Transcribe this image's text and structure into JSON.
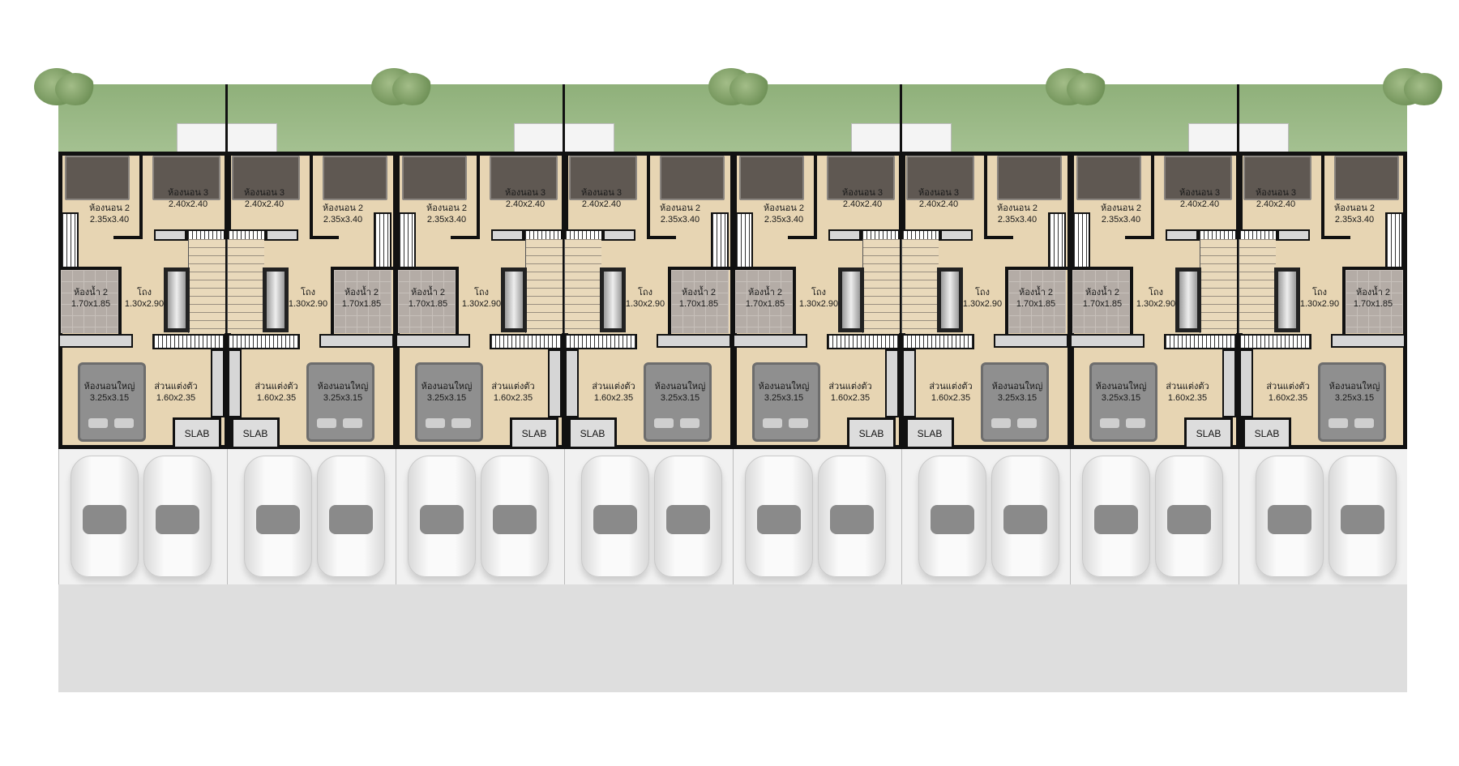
{
  "plan": {
    "unit_count": 8,
    "rooms": {
      "bedroom2": {
        "name": "ห้องนอน 2",
        "size": "2.35x3.40"
      },
      "bedroom3": {
        "name": "ห้องนอน 3",
        "size": "2.40x2.40"
      },
      "bathroom2": {
        "name": "ห้องน้ำ 2",
        "size": "1.70x1.85"
      },
      "hall": {
        "name": "โถง",
        "size": "1.30x2.90"
      },
      "master_bedroom": {
        "name": "ห้องนอนใหญ่",
        "size": "3.25x3.15"
      },
      "dressing": {
        "name": "ส่วนแต่งตัว",
        "size": "1.60x2.35"
      },
      "slab": {
        "name": "SLAB"
      }
    }
  },
  "colors": {
    "floor": "#e7d5b3",
    "wall": "#111111",
    "garden": "#9bb988",
    "road": "#dedede"
  }
}
